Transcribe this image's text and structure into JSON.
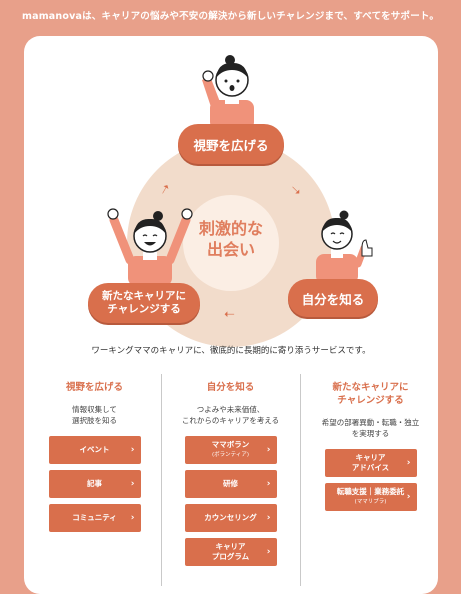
{
  "banner": "mamanovaは、キャリアの悩みや不安の解決から新しいチャレンジまで、すべてをサポート。",
  "diagram": {
    "center_line1": "刺激的な",
    "center_line2": "出会い",
    "step1": "視野を広げる",
    "step2": "自分を知る",
    "step3_line1": "新たなキャリアに",
    "step3_line2": "チャレンジする"
  },
  "tagline": "ワーキングママのキャリアに、徹底的に長期的に寄り添うサービスです。",
  "columns": [
    {
      "title_line1": "視野を広げる",
      "desc_line1": "情報収集して",
      "desc_line2": "選択肢を知る",
      "buttons": [
        {
          "label": "イベント"
        },
        {
          "label": "記事"
        },
        {
          "label": "コミュニティ"
        }
      ]
    },
    {
      "title_line1": "自分を知る",
      "desc_line1": "つよみや未来価値、",
      "desc_line2": "これからのキャリアを考える",
      "buttons": [
        {
          "label": "ママボラン",
          "sub": "(ボランティア)"
        },
        {
          "label": "研修"
        },
        {
          "label": "カウンセリング"
        },
        {
          "label": "キャリア",
          "label2": "プログラム"
        }
      ]
    },
    {
      "title_line1": "新たなキャリアに",
      "title_line2": "チャレンジする",
      "desc_line1": "希望の部署異動・転職・独立",
      "desc_line2": "を実現する",
      "buttons": [
        {
          "label": "キャリア",
          "label2": "アドバイス"
        },
        {
          "label": "転職支援｜業務委託",
          "sub": "(ママリプラ)"
        }
      ]
    }
  ],
  "colors": {
    "accent": "#d96f4c",
    "background": "#e8a08a",
    "ring": "#f2dccb"
  },
  "icons": {
    "button_arrow": "chevron-right-icon"
  }
}
